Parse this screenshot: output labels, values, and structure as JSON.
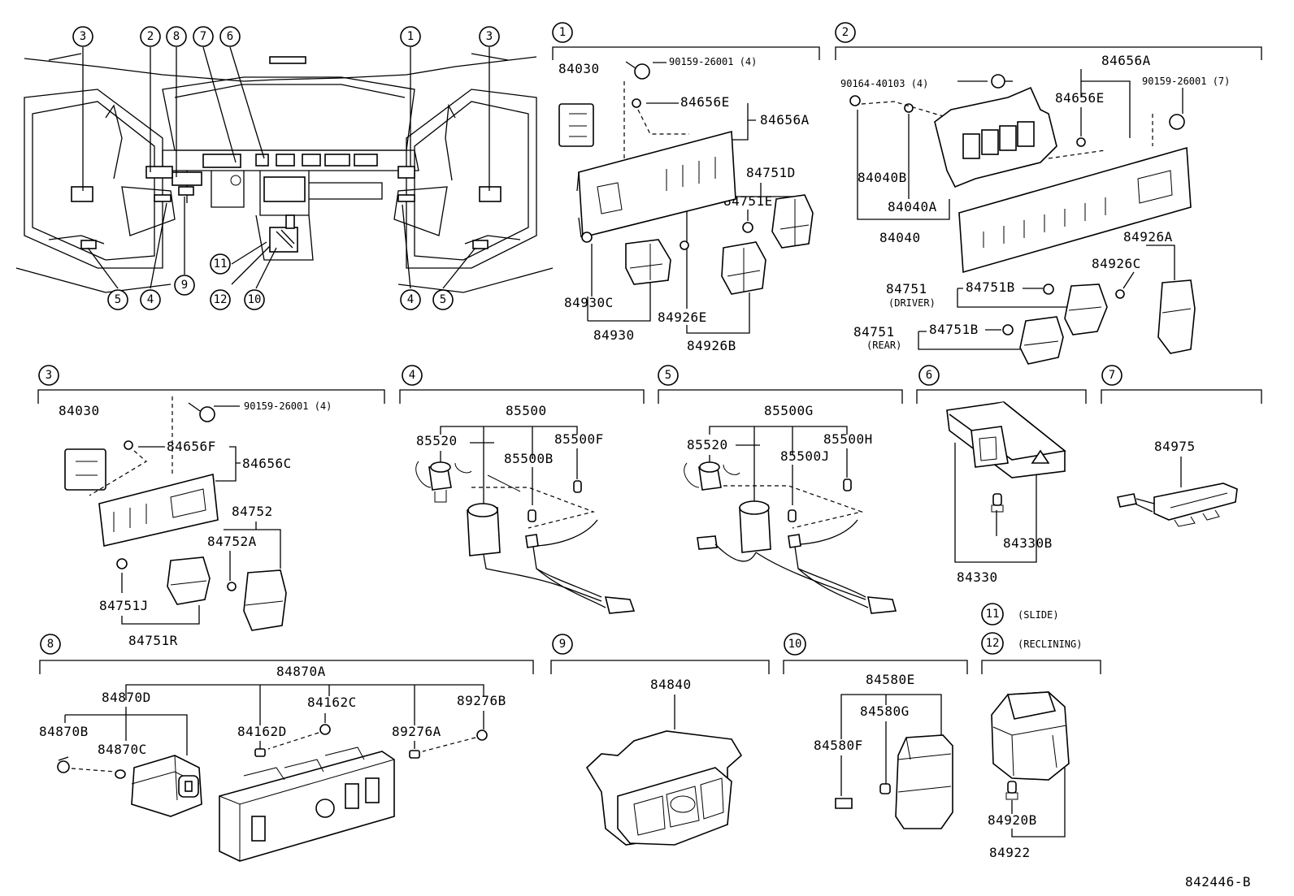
{
  "diagram_id": "842446-B",
  "overview_callouts": {
    "left": [
      "3",
      "2",
      "8",
      "7",
      "6",
      "5",
      "4",
      "9",
      "11",
      "12",
      "10"
    ],
    "right": [
      "1",
      "3",
      "4",
      "5"
    ]
  },
  "sections": {
    "s1": {
      "num": "1",
      "parts": {
        "a": "84030",
        "b": "90159-26001 (4)",
        "c": "84656E",
        "d": "84656A",
        "e": "84751D",
        "f": "84751E",
        "g": "84930C",
        "h": "84930",
        "i": "84926E",
        "j": "84926B"
      }
    },
    "s2": {
      "num": "2",
      "parts": {
        "a": "84656A",
        "b": "90164-40103 (4)",
        "c": "90159-26001 (7)",
        "d": "84656E",
        "e": "84040B",
        "f": "84040A",
        "g": "84040",
        "h": "84926A",
        "i": "84926C",
        "j": "84751",
        "k": "84751B",
        "l": "(DRIVER)",
        "m": "84751",
        "n": "84751B",
        "o": "(REAR)"
      }
    },
    "s3": {
      "num": "3",
      "parts": {
        "a": "84030",
        "b": "90159-26001 (4)",
        "c": "84656F",
        "d": "84656C",
        "e": "84752",
        "f": "84752A",
        "g": "84751J",
        "h": "84751R"
      }
    },
    "s4": {
      "num": "4",
      "parts": {
        "a": "85500",
        "b": "85520",
        "c": "85500F",
        "d": "85500B"
      }
    },
    "s5": {
      "num": "5",
      "parts": {
        "a": "85500G",
        "b": "85520",
        "c": "85500H",
        "d": "85500J"
      }
    },
    "s6": {
      "num": "6",
      "parts": {
        "a": "84330B",
        "b": "84330"
      }
    },
    "s7": {
      "num": "7",
      "parts": {
        "a": "84975"
      }
    },
    "s8": {
      "num": "8",
      "parts": {
        "a": "84870A",
        "b": "84870D",
        "c": "84162C",
        "d": "89276B",
        "e": "84870B",
        "f": "84162D",
        "g": "89276A",
        "h": "84870C"
      }
    },
    "s9": {
      "num": "9",
      "parts": {
        "a": "84840"
      }
    },
    "s10": {
      "num": "10",
      "parts": {
        "a": "84580E",
        "b": "84580G",
        "c": "84580F"
      }
    },
    "s11": {
      "num": "11",
      "label": "(SLIDE)"
    },
    "s12": {
      "num": "12",
      "label": "(RECLINING)",
      "parts": {
        "a": "84920B",
        "b": "84922"
      }
    }
  }
}
